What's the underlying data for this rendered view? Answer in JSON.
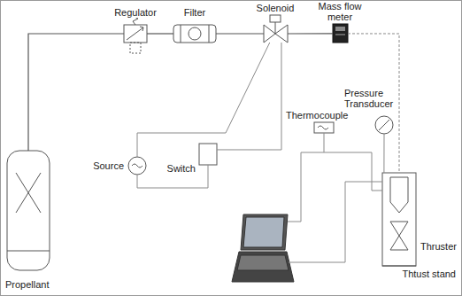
{
  "diagram": {
    "nodes": [
      {
        "text": [
          "Regulator"
        ]
      },
      {
        "text": [
          "Filter"
        ]
      },
      {
        "text": [
          "Solenoid"
        ]
      },
      {
        "text": [
          "Mass flow meter"
        ]
      },
      {
        "text": [
          "Pressure Transducer"
        ]
      },
      {
        "text": [
          "Thermocouple"
        ]
      },
      {
        "text": [
          "Source"
        ]
      },
      {
        "text": [
          "Switch"
        ]
      },
      {
        "text": [
          "Thruster",
          "Thtust stand"
        ]
      },
      {
        "text": [
          "Propellant"
        ]
      }
    ],
    "edges": [
      {
        "from": 9,
        "to": 0,
        "arrow": "none"
      },
      {
        "from": 0,
        "to": 1,
        "arrow": "none"
      },
      {
        "from": 1,
        "to": 2,
        "arrow": "none"
      },
      {
        "from": 2,
        "to": 3,
        "arrow": "none"
      },
      {
        "from": 3,
        "to": 8,
        "arrow": "none"
      },
      {
        "from": 2,
        "to": 6,
        "arrow": "none"
      },
      {
        "from": 6,
        "to": 7,
        "arrow": "none"
      },
      {
        "from": 7,
        "to": 2,
        "arrow": "none"
      },
      {
        "from": 5,
        "to": 8,
        "arrow": "none"
      },
      {
        "from": 4,
        "to": 8,
        "arrow": "none"
      }
    ]
  }
}
